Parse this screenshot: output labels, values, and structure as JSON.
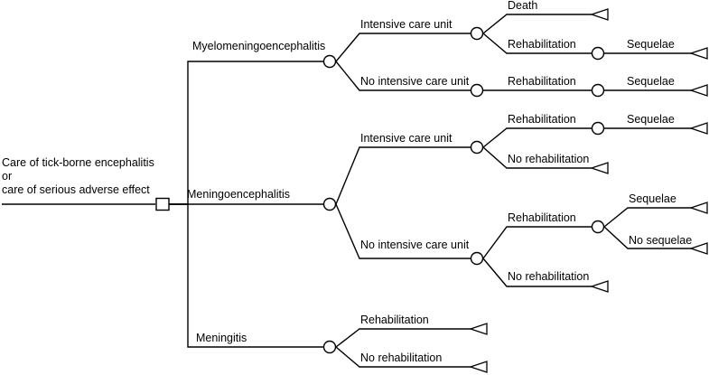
{
  "decision_tree": {
    "root_label_lines": [
      "Care of tick-borne encephalitis",
      "or",
      "care of serious adverse effect"
    ],
    "branches": {
      "myelo": "Myelomeningoencephalitis",
      "mening_enc": "Meningoencephalitis",
      "meningitis": "Meningitis"
    },
    "outcomes": {
      "intensive_care": "Intensive care unit",
      "no_intensive_care": "No intensive care unit",
      "rehabilitation": "Rehabilitation",
      "no_rehabilitation": "No rehabilitation",
      "death": "Death",
      "sequelae": "Sequelae",
      "no_sequelae": "No sequelae"
    }
  }
}
